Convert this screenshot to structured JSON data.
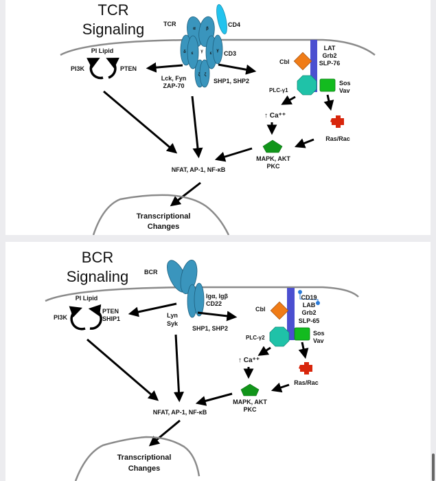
{
  "colors": {
    "receptor": "#3a95bd",
    "cd4": "#22c3ee",
    "adapter_bar": "#4b4fd0",
    "cbl": "#f07c17",
    "plc": "#1fc2a8",
    "sos_vav": "#13bb1f",
    "ras_rac": "#d8260c",
    "mapk": "#11951a",
    "membrane": "#8a8a8a",
    "coreceptor_dot": "#2a7ad8"
  },
  "tcr_panel": {
    "title_line1": "TCR",
    "title_line2": "Signaling",
    "receptor_label": "TCR",
    "cd4_label": "CD4",
    "cd3_label": "CD3",
    "chains": {
      "alpha": "α",
      "beta": "β",
      "delta": "δ",
      "epsilon1": "ε",
      "gamma_inner": "γ",
      "epsilon2": "ε",
      "gamma": "γ",
      "zeta1": "ζ",
      "zeta2": "ζ"
    },
    "pi_lipid": "PI Lipid",
    "pi3k": "PI3K",
    "pten": "PTEN",
    "kinases_line1": "Lck, Fyn",
    "kinases_line2": "ZAP-70",
    "phosphatases": "SHP1, SHP2",
    "cbl": "Cbl",
    "adapters": [
      "LAT",
      "Grb2",
      "SLP-76"
    ],
    "plc": "PLC-γ1",
    "sos_vav_line1": "Sos",
    "sos_vav_line2": "Vav",
    "calcium": "↑ Ca⁺⁺",
    "ras_rac": "Ras/Rac",
    "mapk_line1": "MAPK, AKT",
    "mapk_line2": "PKC",
    "transcription_factors": "NFAT, AP-1, NF-κB",
    "nucleus_line1": "Transcriptional",
    "nucleus_line2": "Changes"
  },
  "bcr_panel": {
    "title_line1": "BCR",
    "title_line2": "Signaling",
    "receptor_label": "BCR",
    "coreceptor_line1": "Igα, Igβ",
    "coreceptor_line2": "CD22",
    "pi_lipid": "PI Lipid",
    "pi3k": "PI3K",
    "pten_line1": "PTEN",
    "pten_line2": "SHIP1",
    "kinases_line1": "Lyn",
    "kinases_line2": "Syk",
    "phosphatases": "SHP1, SHP2",
    "cbl": "Cbl",
    "adapters": [
      "CD19",
      "LAB",
      "Grb2",
      "SLP-65"
    ],
    "plc": "PLC-γ2",
    "sos_vav_line1": "Sos",
    "sos_vav_line2": "Vav",
    "calcium": "↑ Ca⁺⁺",
    "ras_rac": "Ras/Rac",
    "mapk_line1": "MAPK, AKT",
    "mapk_line2": "PKC",
    "transcription_factors": "NFAT, AP-1, NF-κB",
    "nucleus_line1": "Transcriptional",
    "nucleus_line2": "Changes"
  }
}
